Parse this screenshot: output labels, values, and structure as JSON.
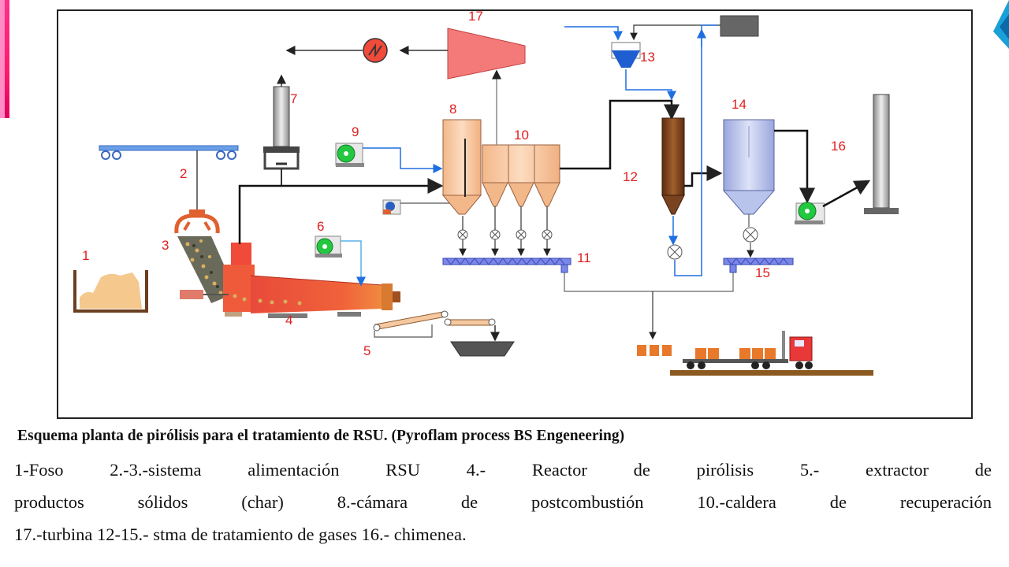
{
  "labels": {
    "n1": "1",
    "n2": "2",
    "n3": "3",
    "n4": "4",
    "n5": "5",
    "n6": "6",
    "n7": "7",
    "n8": "8",
    "n9": "9",
    "n10": "10",
    "n11": "11",
    "n12": "12",
    "n13": "13",
    "n14": "14",
    "n15": "15",
    "n16": "16",
    "n17": "17"
  },
  "caption": {
    "title": "Esquema planta de pirólisis para el tratamiento de RSU. (Pyroflam process BS Engeneering)",
    "line1": "1-Foso 2.-3.-sistema alimentación RSU 4.- Reactor de pirólisis 5.- extractor de",
    "line2": "productos sólidos (char) 8.-cámara de postcombustión 10.-caldera de recuperación",
    "line3": "17.-turbina 12-15.- stma de tratamiento de gases 16.- chimenea."
  },
  "colors": {
    "fan_green": "#22c840",
    "duct_blue": "#1f6fe0",
    "reactor_red": "#ef4a3a",
    "turbine_pink": "#f47a7a",
    "hopper_peach": "#f6c29a",
    "cyclone_brown": "#7a4320",
    "filter_blue": "#b8c4ec",
    "conveyor_blue": "#7a86e8"
  }
}
